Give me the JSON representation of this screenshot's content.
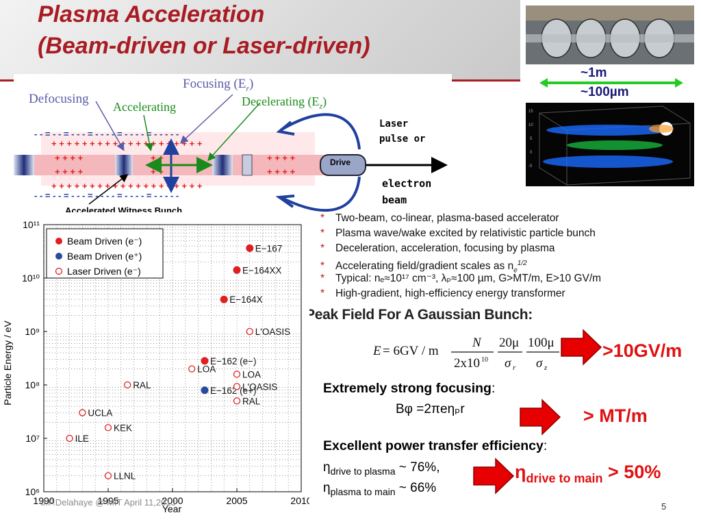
{
  "slide": {
    "title_line1": "Plasma Acceleration",
    "title_line2": "(Beam-driven or Laser-driven)",
    "footer": "J.P.Delahaye @ MIT April 11,2013",
    "page_number": "5"
  },
  "diagram": {
    "focusing": "Focusing (E",
    "focusing_sub": "r",
    "defocusing": "Defocusing",
    "accelerating": "Accelerating",
    "decelerating": "Decelerating (E",
    "decelerating_sub": "z",
    "drive": "Drive",
    "witness": "Accelerated Witness Bunch",
    "laser_line1": "Laser",
    "laser_line2": "pulse or",
    "electron_line1": "electron",
    "electron_line2": "beam"
  },
  "photos": {
    "scale_1m": "~1m",
    "scale_100um": "~100µm"
  },
  "bullets": [
    "Two-beam, co-linear, plasma-based accelerator",
    "Plasma wave/wake excited by relativistic particle bunch",
    "Deceleration, acceleration, focusing by plasma",
    "Accelerating field/gradient scales as n",
    "Typical: nₑ≈10¹⁷ cm⁻³, λₚ≈100 µm, G>MT/m, E>10 GV/m",
    "High-gradient, high-efficiency energy transformer"
  ],
  "bullet4_sup": "e",
  "bullet4_exp": "1/2",
  "peak_field": {
    "title": "Peak Field For A Gaussian Bunch:",
    "result": ">10GV/m"
  },
  "focusing_block": {
    "heading": "Extremely strong focusing",
    "colon": ":",
    "formula": "Bφ =2πeηₚr",
    "result": "> MT/m"
  },
  "efficiency_block": {
    "heading": "Excellent power transfer efficiency",
    "colon": ":",
    "line1_sub": "drive to plasma",
    "line1_val": " ~ 76%,",
    "line2_sub": "plasma to main",
    "line2_val": " ~ 66%",
    "result_sub": "drive to main",
    "result_val": " > 50%"
  },
  "colors": {
    "title_red": "#a81c22",
    "arrow_red": "#e60000",
    "beam_red": "#e02020",
    "beam_blue": "#2a4aa0"
  },
  "chart_data": {
    "type": "scatter",
    "xlabel": "Year",
    "ylabel": "Particle Energy / eV",
    "xlim": [
      1990,
      2010
    ],
    "ylim_log10": [
      6,
      11
    ],
    "x_ticks": [
      "1990",
      "1995",
      "2000",
      "2005",
      "2010"
    ],
    "y_ticks": [
      "10⁶",
      "10⁷",
      "10⁸",
      "10⁹",
      "10¹⁰",
      "10¹¹"
    ],
    "legend_position": "top-left",
    "legend": [
      "Beam Driven (e⁻)",
      "Beam Driven (e⁺)",
      "Laser Driven (e⁻)"
    ],
    "series": [
      {
        "name": "Beam Driven (e⁻)",
        "marker": "filled",
        "color": "#e02020",
        "points": [
          {
            "x": 2006,
            "log10y": 10.56,
            "label": "E−167"
          },
          {
            "x": 2005,
            "log10y": 10.15,
            "label": "E−164XX"
          },
          {
            "x": 2004,
            "log10y": 9.6,
            "label": "E−164X"
          },
          {
            "x": 2002.5,
            "log10y": 8.45,
            "label": "E−162 (e−)"
          }
        ]
      },
      {
        "name": "Beam Driven (e⁺)",
        "marker": "filled",
        "color": "#2a4aa0",
        "points": [
          {
            "x": 2002.5,
            "log10y": 7.9,
            "label": "E−162 (e+)"
          }
        ]
      },
      {
        "name": "Laser Driven (e⁻)",
        "marker": "open",
        "color": "#e02020",
        "points": [
          {
            "x": 2006,
            "log10y": 9.0,
            "label": "L'OASIS"
          },
          {
            "x": 2001.5,
            "log10y": 8.3,
            "label": "LOA"
          },
          {
            "x": 2005,
            "log10y": 8.2,
            "label": "LOA"
          },
          {
            "x": 2005,
            "log10y": 7.97,
            "label": "L'OASIS"
          },
          {
            "x": 2005,
            "log10y": 7.7,
            "label": "RAL"
          },
          {
            "x": 1996.5,
            "log10y": 8.0,
            "label": "RAL"
          },
          {
            "x": 1993,
            "log10y": 7.48,
            "label": "UCLA"
          },
          {
            "x": 1995,
            "log10y": 7.2,
            "label": "KEK"
          },
          {
            "x": 1992,
            "log10y": 7.0,
            "label": "ILE"
          },
          {
            "x": 1995,
            "log10y": 6.3,
            "label": "LLNL"
          }
        ]
      }
    ]
  }
}
